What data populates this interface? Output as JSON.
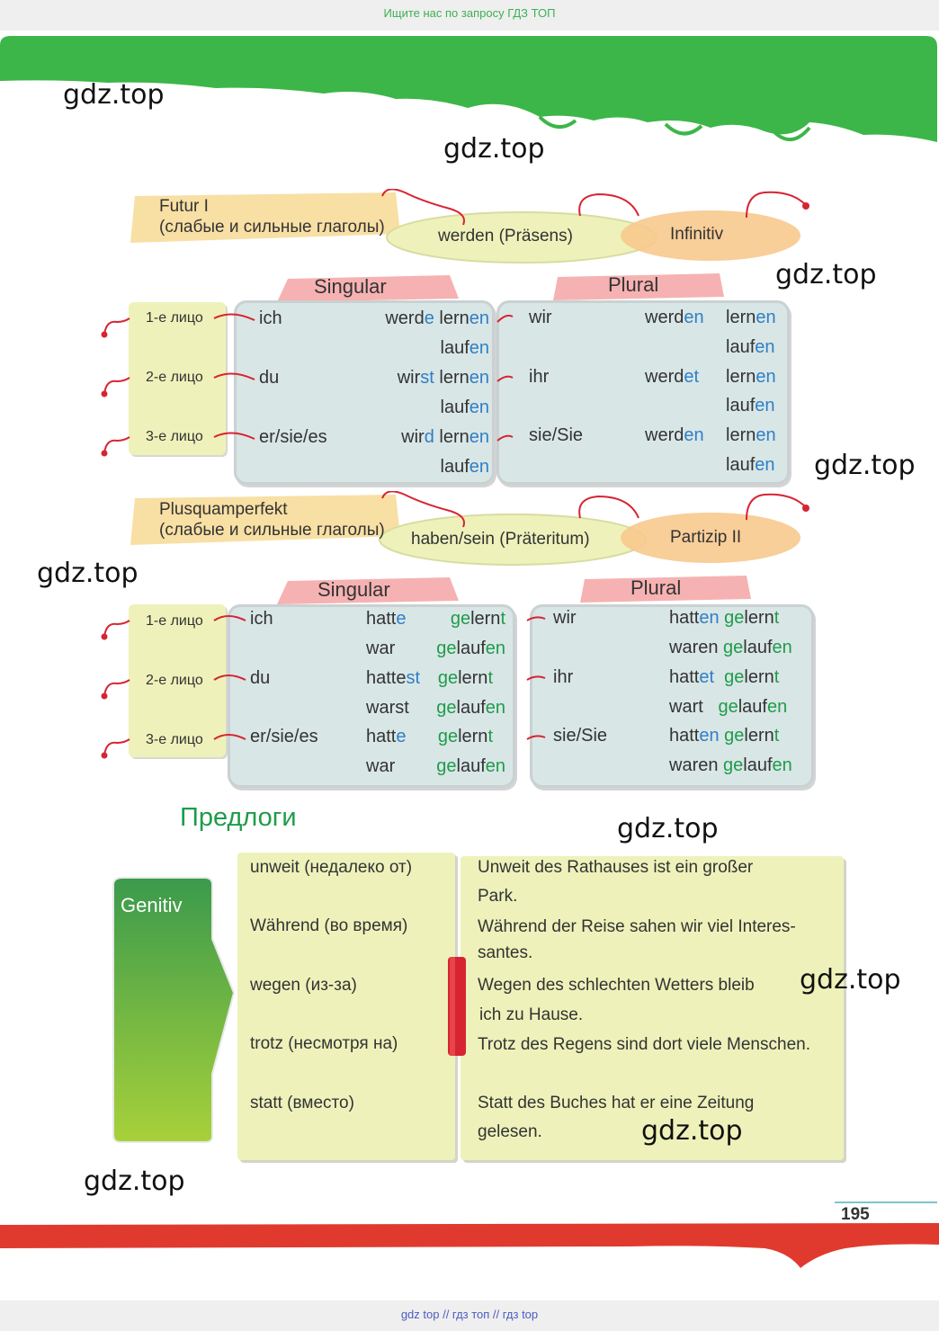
{
  "top_note": "Ищите нас по запросу ГДЗ ТОП",
  "bottom_note": "gdz top  //  гдз топ  //  гдз top",
  "watermark": "gdz.top",
  "page_number": "195",
  "colors": {
    "green_banner": "#3cb648",
    "red_banner": "#e03a2f",
    "accent_green": "#1e9c4a",
    "ending_blue": "#2f7fc6",
    "panel_blue": "#d9e6e6",
    "tab_yellow": "#eef2ba"
  },
  "futur": {
    "title_line1": "Futur   I",
    "title_line2": "(слабые и сильные глаголы)",
    "aux": "werden  (Präsens)",
    "main": "Infinitiv",
    "singular_header": "Singular",
    "plural_header": "Plural",
    "persons": [
      "1-е лицо",
      "2-е лицо",
      "3-е лицо"
    ],
    "sg_pronouns": [
      "ich",
      "du",
      "er/sie/es"
    ],
    "pl_pronouns": [
      "wir",
      "ihr",
      "sie/Sie"
    ],
    "sg_rows": [
      {
        "aux_stem": "werd",
        "aux_end": "e",
        "verb_stem": "lern",
        "verb_end": "en"
      },
      {
        "aux_stem": "",
        "aux_end": "",
        "verb_stem": "lauf",
        "verb_end": "en"
      },
      {
        "aux_stem": "wir",
        "aux_end": "st",
        "verb_stem": "lern",
        "verb_end": "en"
      },
      {
        "aux_stem": "",
        "aux_end": "",
        "verb_stem": "lauf",
        "verb_end": "en"
      },
      {
        "aux_stem": "wir",
        "aux_end": "d",
        "verb_stem": "lern",
        "verb_end": "en"
      },
      {
        "aux_stem": "",
        "aux_end": "",
        "verb_stem": "lauf",
        "verb_end": "en"
      }
    ],
    "pl_rows": [
      {
        "aux_stem": "werd",
        "aux_end": "en",
        "verb_stem": "lern",
        "verb_end": "en"
      },
      {
        "aux_stem": "",
        "aux_end": "",
        "verb_stem": "lauf",
        "verb_end": "en"
      },
      {
        "aux_stem": "werd",
        "aux_end": "et",
        "verb_stem": "lern",
        "verb_end": "en"
      },
      {
        "aux_stem": "",
        "aux_end": "",
        "verb_stem": "lauf",
        "verb_end": "en"
      },
      {
        "aux_stem": "werd",
        "aux_end": "en",
        "verb_stem": "lern",
        "verb_end": "en"
      },
      {
        "aux_stem": "",
        "aux_end": "",
        "verb_stem": "lauf",
        "verb_end": "en"
      }
    ]
  },
  "plusq": {
    "title_line1": "Plusquamperfekt",
    "title_line2": "(слабые и сильные глаголы)",
    "aux": "haben/sein   (Präteritum)",
    "main": "Partizip   II",
    "singular_header": "Singular",
    "plural_header": "Plural",
    "persons": [
      "1-е лицо",
      "2-е лицо",
      "3-е лицо"
    ],
    "sg_pronouns": [
      "ich",
      "du",
      "er/sie/es"
    ],
    "pl_pronouns": [
      "wir",
      "ihr",
      "sie/Sie"
    ],
    "sg_rows": [
      {
        "aux_stem": "hatt",
        "aux_end": "e",
        "pre": "ge",
        "stem": "lern",
        "end": "t"
      },
      {
        "aux_stem": "war",
        "aux_end": "",
        "pre": "ge",
        "stem": "lauf",
        "end": "en"
      },
      {
        "aux_stem": "hatte",
        "aux_end": "st",
        "pre": "ge",
        "stem": "lern",
        "end": "t"
      },
      {
        "aux_stem": "warst",
        "aux_end": "",
        "pre": "ge",
        "stem": "lauf",
        "end": "en"
      },
      {
        "aux_stem": "hatt",
        "aux_end": "e",
        "pre": "ge",
        "stem": "lern",
        "end": "t"
      },
      {
        "aux_stem": "war",
        "aux_end": "",
        "pre": "ge",
        "stem": "lauf",
        "end": "en"
      }
    ],
    "pl_rows": [
      {
        "aux_stem": "hatt",
        "aux_end": "en",
        "pre": "ge",
        "stem": "lern",
        "end": "t"
      },
      {
        "aux_stem": "waren",
        "aux_end": "",
        "pre": "ge",
        "stem": "lauf",
        "end": "en"
      },
      {
        "aux_stem": "hatt",
        "aux_end": "et",
        "pre": "ge",
        "stem": "lern",
        "end": "t"
      },
      {
        "aux_stem": "wart",
        "aux_end": "",
        "pre": "ge",
        "stem": "lauf",
        "end": "en"
      },
      {
        "aux_stem": "hatt",
        "aux_end": "en",
        "pre": "ge",
        "stem": "lern",
        "end": "t"
      },
      {
        "aux_stem": "waren",
        "aux_end": "",
        "pre": "ge",
        "stem": "lauf",
        "end": "en"
      }
    ]
  },
  "prepositions": {
    "heading": "Предлоги",
    "case_label": "Genitiv",
    "items": [
      "unweit (недалеко от)",
      "Während (во время)",
      "wegen (из-за)",
      "trotz (несмотря на)",
      "statt (вместо)"
    ],
    "examples": [
      "Unweit  des  Rathauses   ist ein  großer",
      "Park.",
      "Während   der  Reise   sahen wir viel Interes-",
      "santes.",
      "Wegen  des  schlechten  Wetters bleib",
      "ich zu Hause.",
      "Trotz  des  Regens   sind dort viele Menschen.",
      "Statt  des  Buches   hat er eine  Zeitung",
      "gelesen."
    ]
  }
}
